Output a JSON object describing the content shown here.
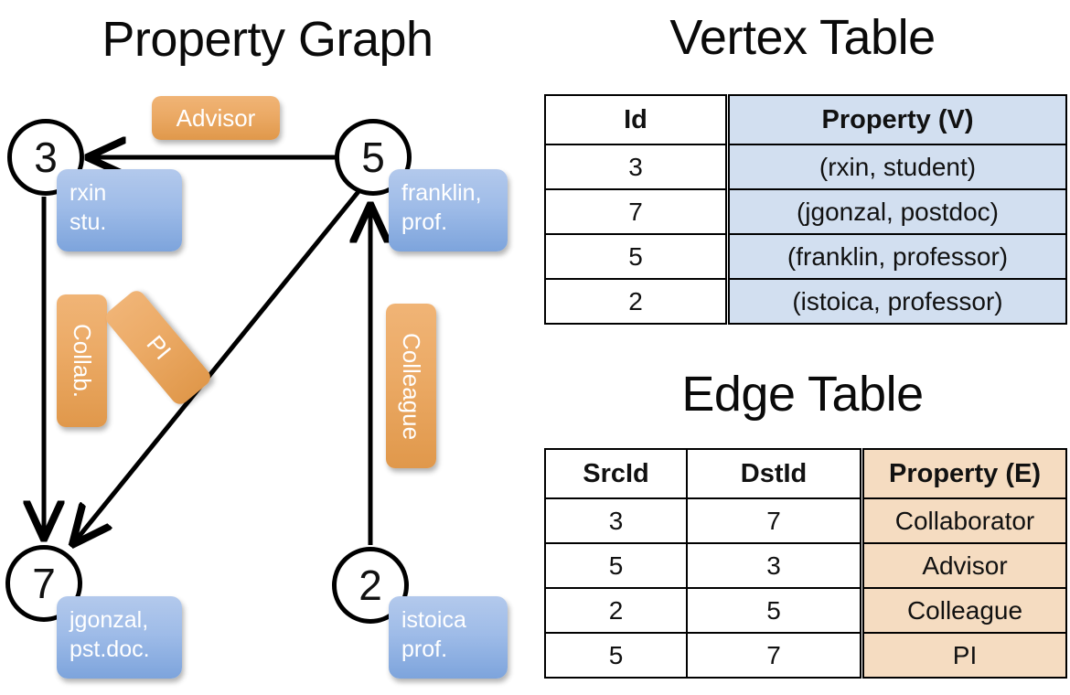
{
  "titles": {
    "property_graph": "Property Graph",
    "vertex_table": "Vertex Table",
    "edge_table": "Edge Table"
  },
  "graph": {
    "nodes": [
      {
        "id": "3",
        "label": "3",
        "property_line1": "rxin",
        "property_line2": "stu."
      },
      {
        "id": "5",
        "label": "5",
        "property_line1": "franklin,",
        "property_line2": "prof."
      },
      {
        "id": "7",
        "label": "7",
        "property_line1": "jgonzal,",
        "property_line2": "pst.doc."
      },
      {
        "id": "2",
        "label": "2",
        "property_line1": "istoica",
        "property_line2": "prof."
      }
    ],
    "edge_labels": [
      {
        "name": "advisor",
        "text": "Advisor"
      },
      {
        "name": "collab",
        "text": "Collab."
      },
      {
        "name": "pi",
        "text": "PI"
      },
      {
        "name": "colleague",
        "text": "Colleague"
      }
    ],
    "colors": {
      "vertex_box_top": "#b3c9ec",
      "vertex_box_bottom": "#7da4dc",
      "edge_box_top": "#f0b476",
      "edge_box_bottom": "#e0984b",
      "stroke": "#000000"
    }
  },
  "vertex_table": {
    "headers": [
      "Id",
      "Property (V)"
    ],
    "rows": [
      [
        "3",
        "(rxin, student)"
      ],
      [
        "7",
        "(jgonzal, postdoc)"
      ],
      [
        "5",
        "(franklin, professor)"
      ],
      [
        "2",
        "(istoica, professor)"
      ]
    ],
    "property_column_color": "#d2dff0"
  },
  "edge_table": {
    "headers": [
      "SrcId",
      "DstId",
      "Property (E)"
    ],
    "rows": [
      [
        "3",
        "7",
        "Collaborator"
      ],
      [
        "5",
        "3",
        "Advisor"
      ],
      [
        "2",
        "5",
        "Colleague"
      ],
      [
        "5",
        "7",
        "PI"
      ]
    ],
    "property_column_color": "#f5dcc1"
  }
}
